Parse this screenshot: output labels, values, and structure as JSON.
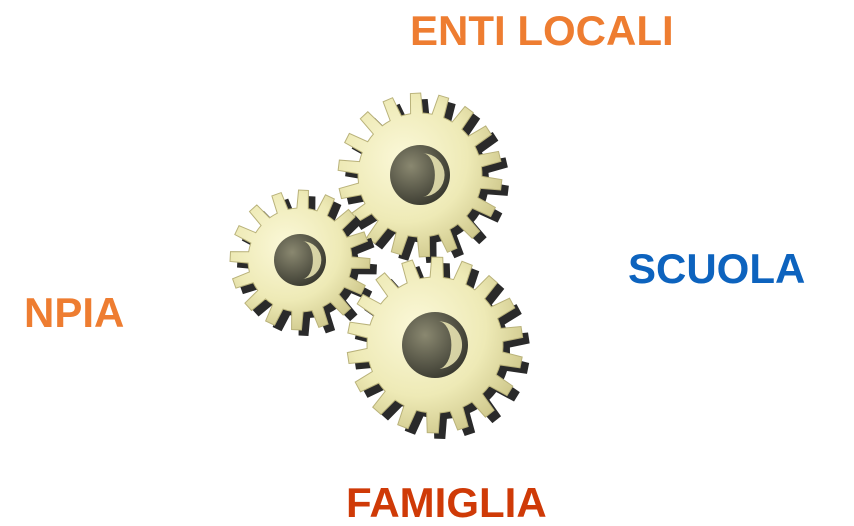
{
  "labels": {
    "enti_locali": "ENTI LOCALI",
    "scuola": "SCUOLA",
    "npia": "NPIA",
    "famiglia": "FAMIGLIA"
  },
  "colors": {
    "enti_locali": "#ee7d31",
    "scuola": "#0d63be",
    "npia": "#ee7d31",
    "famiglia": "#cf3a07",
    "gear_fill": "#eeeab6",
    "gear_shade": "#2a2a2a"
  },
  "icons": [
    "gears-icon"
  ]
}
